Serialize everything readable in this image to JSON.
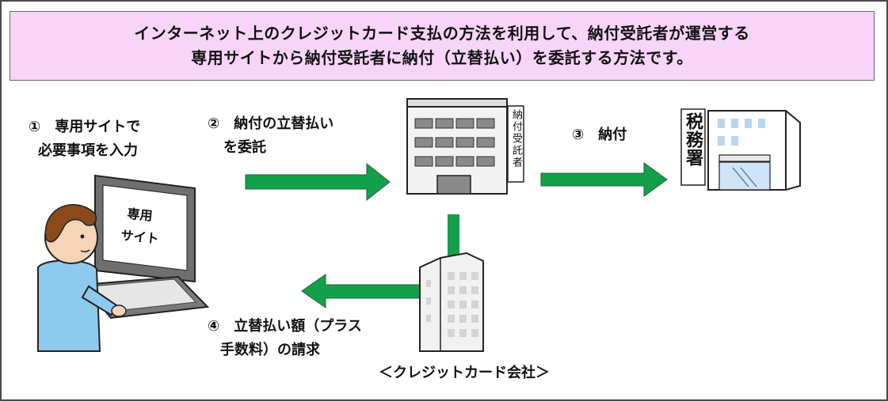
{
  "banner": {
    "line1": "インターネット上のクレジットカード支払の方法を利用して、納付受託者が運営する",
    "line2": "専用サイトから納付受託者に納付（立替払い）を委託する方法です。"
  },
  "steps": {
    "step1": {
      "line1": "①　専用サイトで",
      "line2": "必要事項を入力"
    },
    "step2": {
      "line1": "②　納付の立替払い",
      "line2": "を委託"
    },
    "step3": {
      "line1": "③　納付"
    },
    "step4": {
      "line1": "④　立替払い額（プラス",
      "line2": "手数料）の請求"
    }
  },
  "screen_text": {
    "line1": "専用",
    "line2": "サイト"
  },
  "trustee_sign": "納付受託者",
  "tax_office_sign": "税務署",
  "card_company_label": "＜クレジットカード会社＞",
  "colors": {
    "banner_bg": "#f8d4f8",
    "arrow": "#13a04a",
    "arrow_outline": "#2b5f3a",
    "building": "#f1f1f1"
  }
}
